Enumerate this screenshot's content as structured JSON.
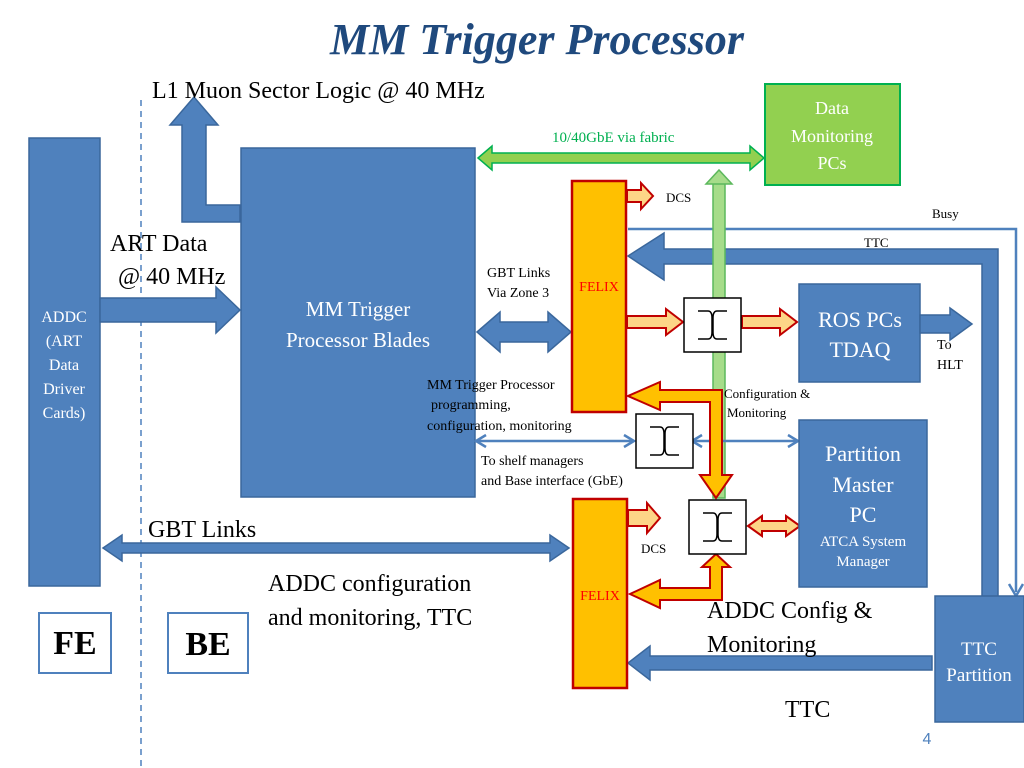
{
  "title": "MM Trigger Processor",
  "page_number": "4",
  "colors": {
    "blue_box": "#4f81bd",
    "blue_border": "#3a679c",
    "felix_fill": "#ffc000",
    "felix_border": "#c00000",
    "felix_text": "#ff0000",
    "green_box": "#92d050",
    "green_arrow": "#00b050",
    "title": "#1f497d"
  },
  "labels": {
    "l1_muon": "L1 Muon Sector Logic @ 40 MHz",
    "art_data_1": "ART Data",
    "art_data_2": "@ 40 MHz",
    "gbe_fabric": "10/40GbE via fabric",
    "dcs_top": "DCS",
    "dcs_bottom": "DCS",
    "busy": "Busy",
    "ttc_top": "TTC",
    "gbt_zone_1": "GBT Links",
    "gbt_zone_2": "Via Zone 3",
    "to_hlt_1": "To",
    "to_hlt_2": "HLT",
    "mmtp_prog_1": "MM Trigger Processor",
    "mmtp_prog_2": "programming,",
    "mmtp_prog_3": "configuration, monitoring",
    "config_mon_1": "Configuration &",
    "config_mon_2": "Monitoring",
    "shelf_1": "To shelf managers",
    "shelf_2": "and Base interface (GbE)",
    "gbt_links": "GBT Links",
    "addc_cfg_1": "ADDC configuration",
    "addc_cfg_2": "and monitoring, TTC",
    "addc_cfg_mon_1": "ADDC Config &",
    "addc_cfg_mon_2": "Monitoring",
    "ttc_bottom": "TTC"
  },
  "boxes": {
    "addc": [
      "ADDC",
      "(ART",
      "Data",
      "Driver",
      "Cards)"
    ],
    "mmtp_blades": [
      "MM Trigger",
      "Processor Blades"
    ],
    "data_monitoring": [
      "Data",
      "Monitoring",
      "PCs"
    ],
    "felix_top": "FELIX",
    "felix_bottom": "FELIX",
    "ros": [
      "ROS PCs",
      "TDAQ"
    ],
    "partition_master": [
      "Partition",
      "Master",
      "PC"
    ],
    "partition_master_sub": [
      "ATCA System",
      "Manager"
    ],
    "ttc_partition": [
      "TTC",
      "Partition"
    ],
    "fe": "FE",
    "be": "BE"
  }
}
